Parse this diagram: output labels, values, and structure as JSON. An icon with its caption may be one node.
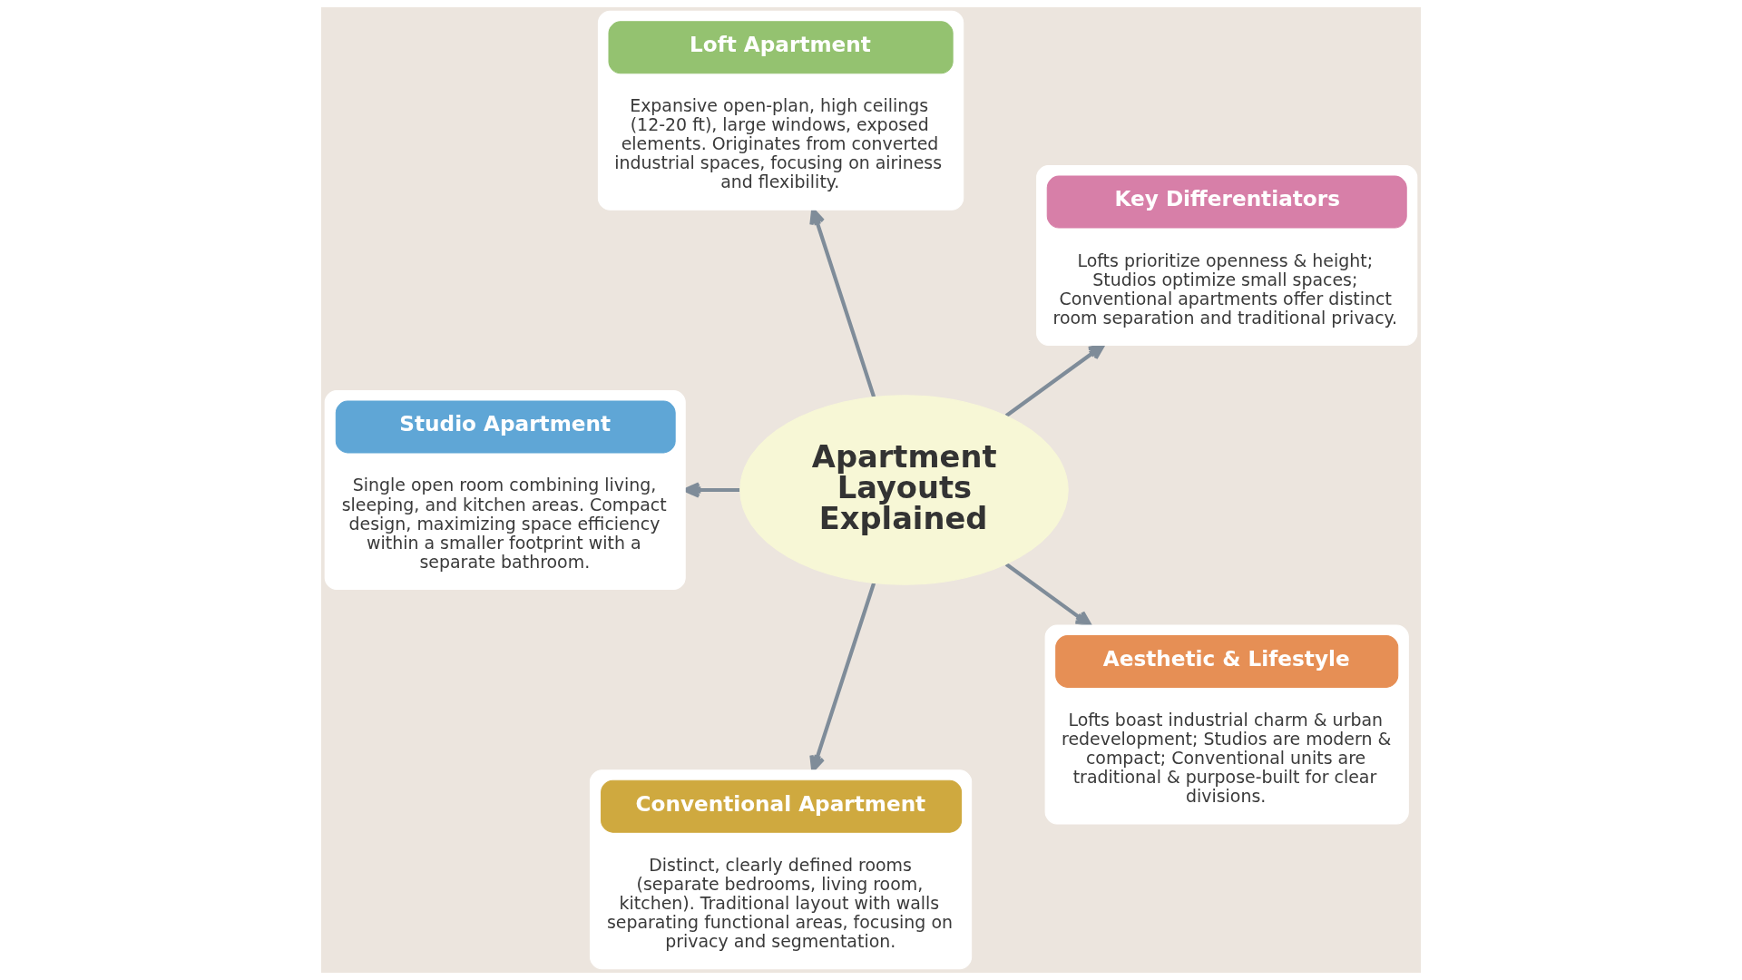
{
  "diagram": {
    "nodes": [
      {
        "text": [
          "Loft Apartment",
          "Expansive open-plan, high ceilings (12-20 ft), large windows, exposed elements. Originates from converted industrial spaces, focusing on airiness and flexibility."
        ]
      },
      {
        "text": [
          "Key Differentiators",
          "Lofts prioritize openness & height; Studios optimize small spaces; Conventional apartments offer distinct room separation and traditional privacy."
        ]
      },
      {
        "text": [
          "Apartment Layouts Explained"
        ]
      },
      {
        "text": [
          "Aesthetic & Lifestyle",
          "Lofts boast industrial charm & urban redevelopment; Studios are modern & compact; Conventional units are traditional & purpose-built for clear divisions."
        ]
      },
      {
        "text": [
          "Studio Apartment",
          "Single open room combining living, sleeping, and kitchen areas. Compact design, maximizing space efficiency within a smaller footprint with a separate bathroom."
        ]
      },
      {
        "text": [
          "Conventional Apartment",
          "Distinct, clearly defined rooms (separate bedrooms, living room, kitchen). Traditional layout with walls separating functional areas, focusing on privacy and segmentation."
        ]
      }
    ],
    "edges": [
      {
        "from": 2,
        "to": 0,
        "arrow": "to"
      },
      {
        "from": 2,
        "to": 1,
        "arrow": "to"
      },
      {
        "from": 2,
        "to": 3,
        "arrow": "to"
      },
      {
        "from": 2,
        "to": 5,
        "arrow": "to"
      },
      {
        "from": 2,
        "to": 4,
        "arrow": "to"
      }
    ]
  }
}
